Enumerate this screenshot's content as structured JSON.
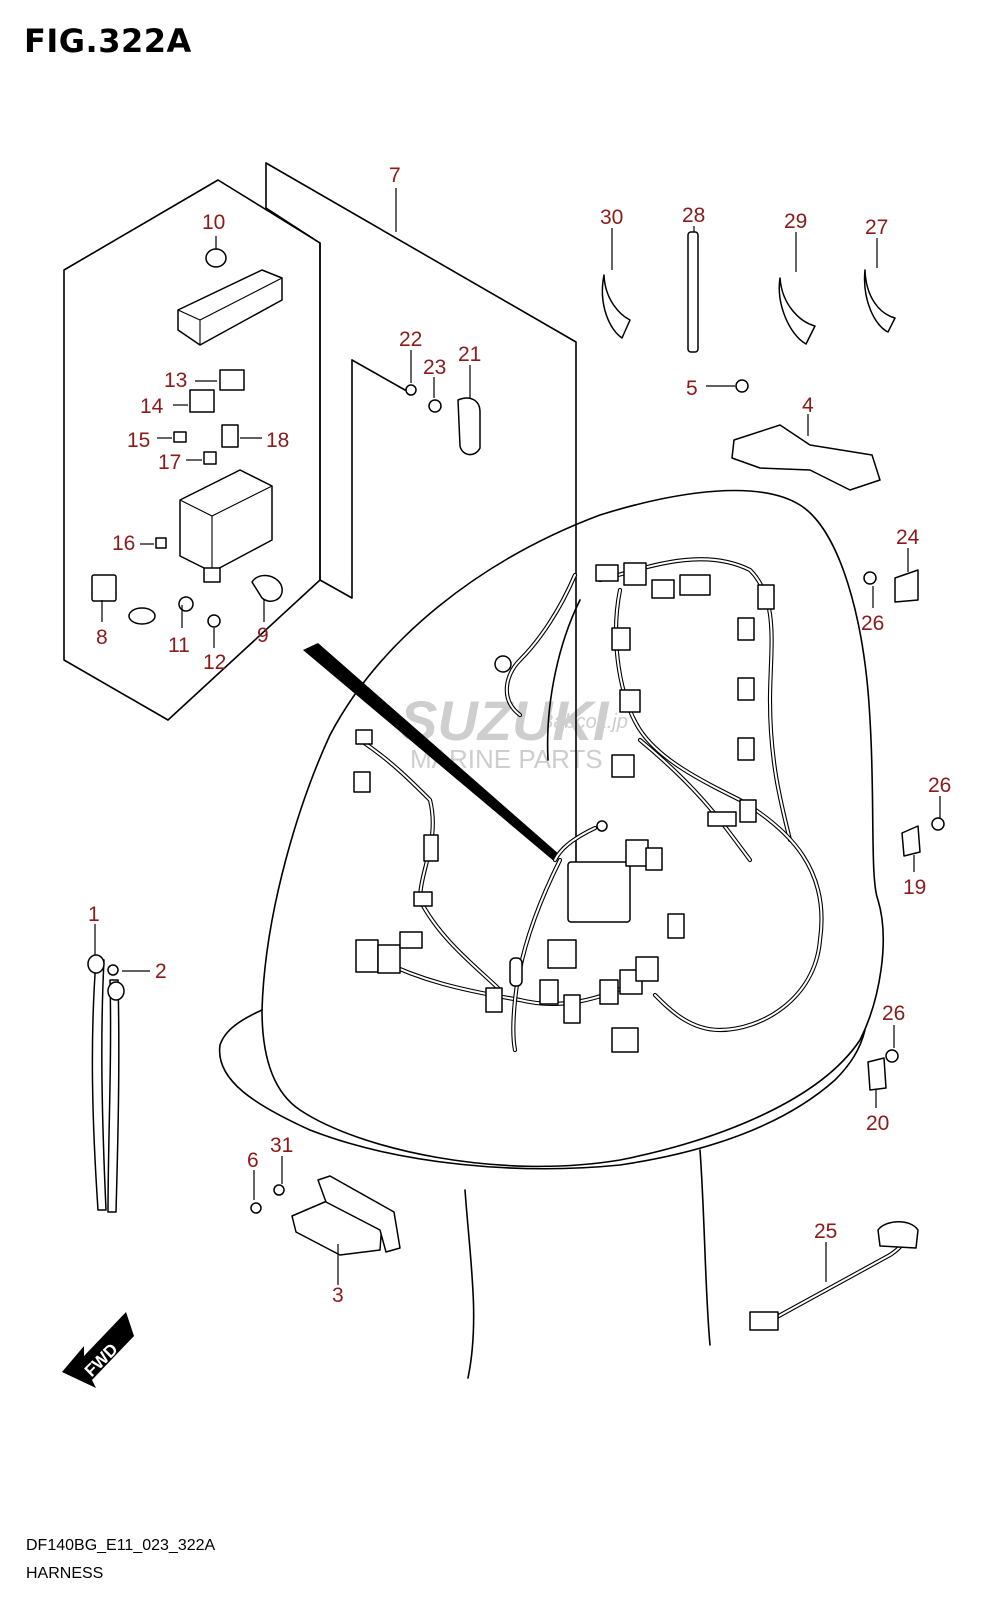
{
  "figure": {
    "title": "FIG.322A",
    "code": "DF140BG_E11_023_322A",
    "name": "HARNESS"
  },
  "watermark": {
    "brand": "SUZUKI",
    "sub": "MARINE PARTS",
    "site": "Babcox.jp"
  },
  "direction_label": "FWD",
  "colors": {
    "callout": "#8b1a1a",
    "line": "#000000",
    "watermark": "#c9c9c9"
  },
  "callouts": [
    "1",
    "2",
    "3",
    "4",
    "5",
    "6",
    "7",
    "8",
    "9",
    "10",
    "11",
    "12",
    "13",
    "14",
    "15",
    "16",
    "17",
    "18",
    "19",
    "20",
    "21",
    "22",
    "23",
    "24",
    "25",
    "26",
    "26",
    "26",
    "27",
    "28",
    "29",
    "30",
    "31"
  ]
}
